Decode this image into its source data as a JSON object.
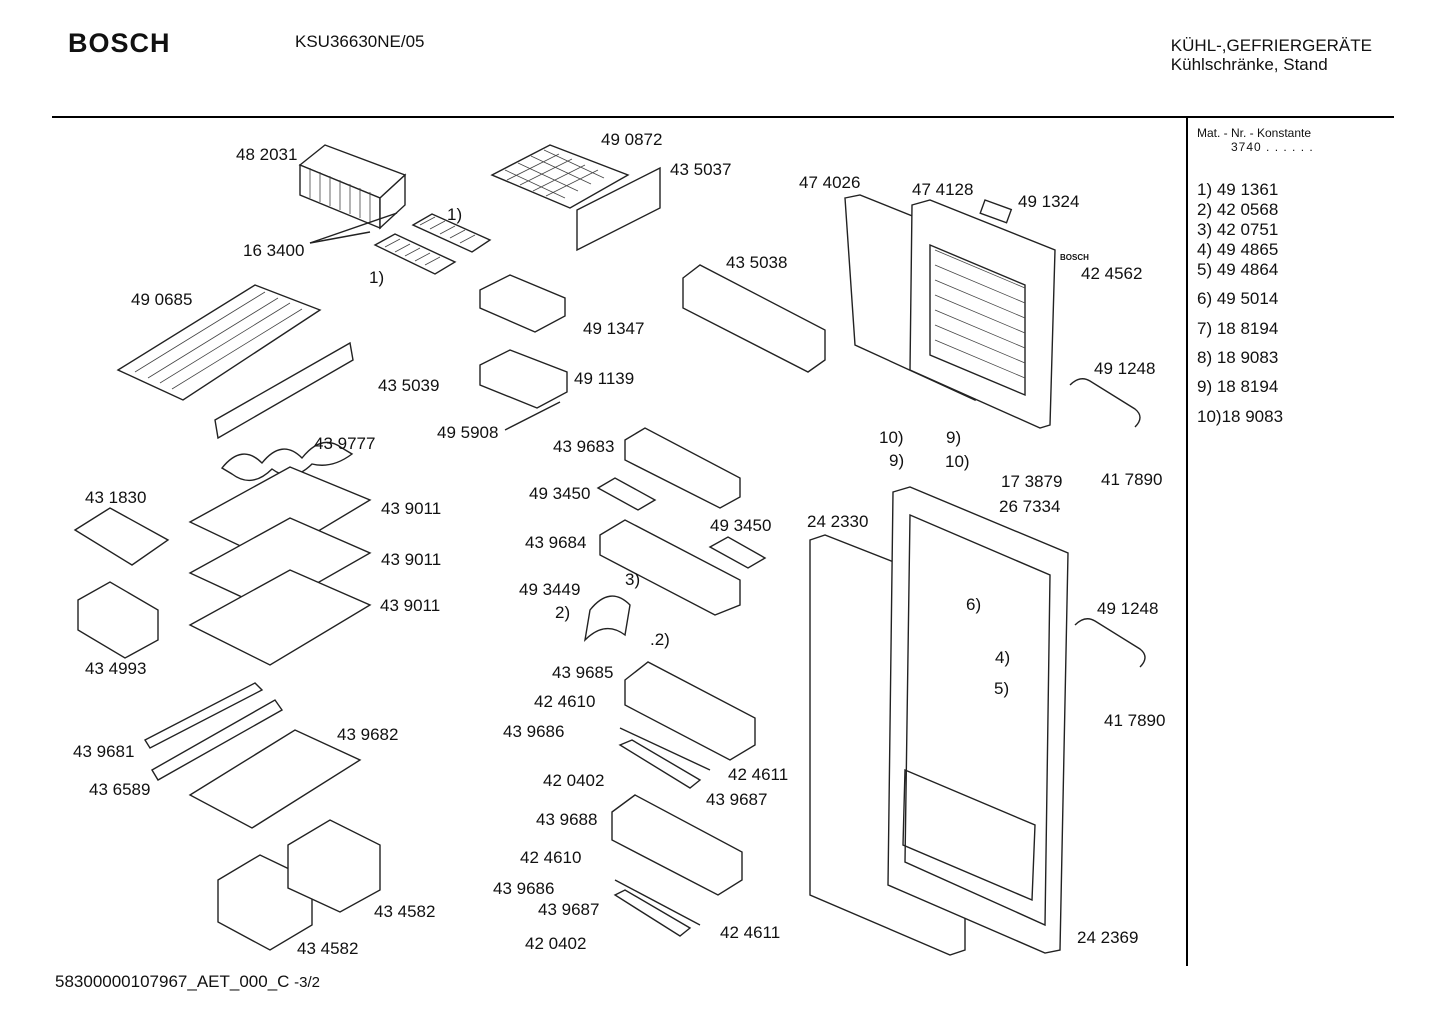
{
  "header": {
    "brand": "BOSCH",
    "model": "KSU36630NE/05",
    "category_line1": "KÜHL-,GEFRIERGERÄTE",
    "category_line2": "Kühlschränke, Stand"
  },
  "sidebar": {
    "const_label": "Mat. - Nr. - Konstante",
    "const_value": "3740 . . . . . .",
    "items": [
      "1)  49 1361",
      "2)  42 0568",
      "3)  42 0751",
      "4)  49 4865",
      "5)  49 4864",
      "6)  49 5014",
      "7)  18 8194",
      "8)  18 9083",
      "9)  18 8194",
      "10)18 9083"
    ]
  },
  "diagram": {
    "door_logo": "BOSCH",
    "labels": [
      "48 2031",
      "49 0872",
      "43 5037",
      "47 4026",
      "47 4128",
      "49 1324",
      "16 3400",
      "1)",
      "1)",
      "42 4562",
      "43 5038",
      "49 0685",
      "49 1347",
      "43 5039",
      "49 1139",
      "49 1248",
      "43 9777",
      "49 5908",
      "43 9683",
      "10)",
      "9)",
      "9)",
      "10)",
      "17 3879",
      "41 7890",
      "49 3450",
      "26 7334",
      "43 1830",
      "43 9011",
      "24 2330",
      "43 9684",
      "49 3450",
      "43 9011",
      "3)",
      "49 3449",
      "6)",
      "43 9011",
      "2)",
      ".2)",
      "49 1248",
      "43 9685",
      "4)",
      "43 4993",
      "42 4610",
      "5)",
      "41 7890",
      "43 9682",
      "43 9686",
      "43 9681",
      "42 4611",
      "42 0402",
      "43 6589",
      "43 9687",
      "43 9688",
      "42 4610",
      "43 9686",
      "43 4582",
      "43 9687",
      "42 4611",
      "42 0402",
      "43 4582",
      "24 2369"
    ]
  },
  "footer": {
    "code": "58300000107967_AET_000_C",
    "page": "-3/2"
  }
}
